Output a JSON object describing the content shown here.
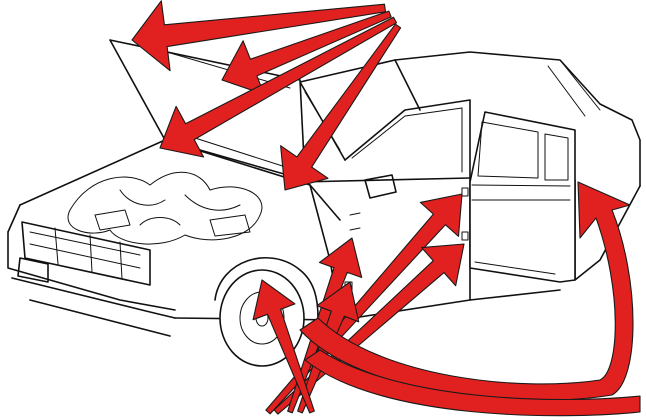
{
  "illustration": {
    "subject": "car-with-hood-and-door-open",
    "line_color": "#111111",
    "background_color": "#ffffff"
  },
  "arrows": {
    "color": "#e1211f",
    "outline_color": "#1a1a1a",
    "hood_hinges_count": 4,
    "door_hinges_count": 5
  }
}
